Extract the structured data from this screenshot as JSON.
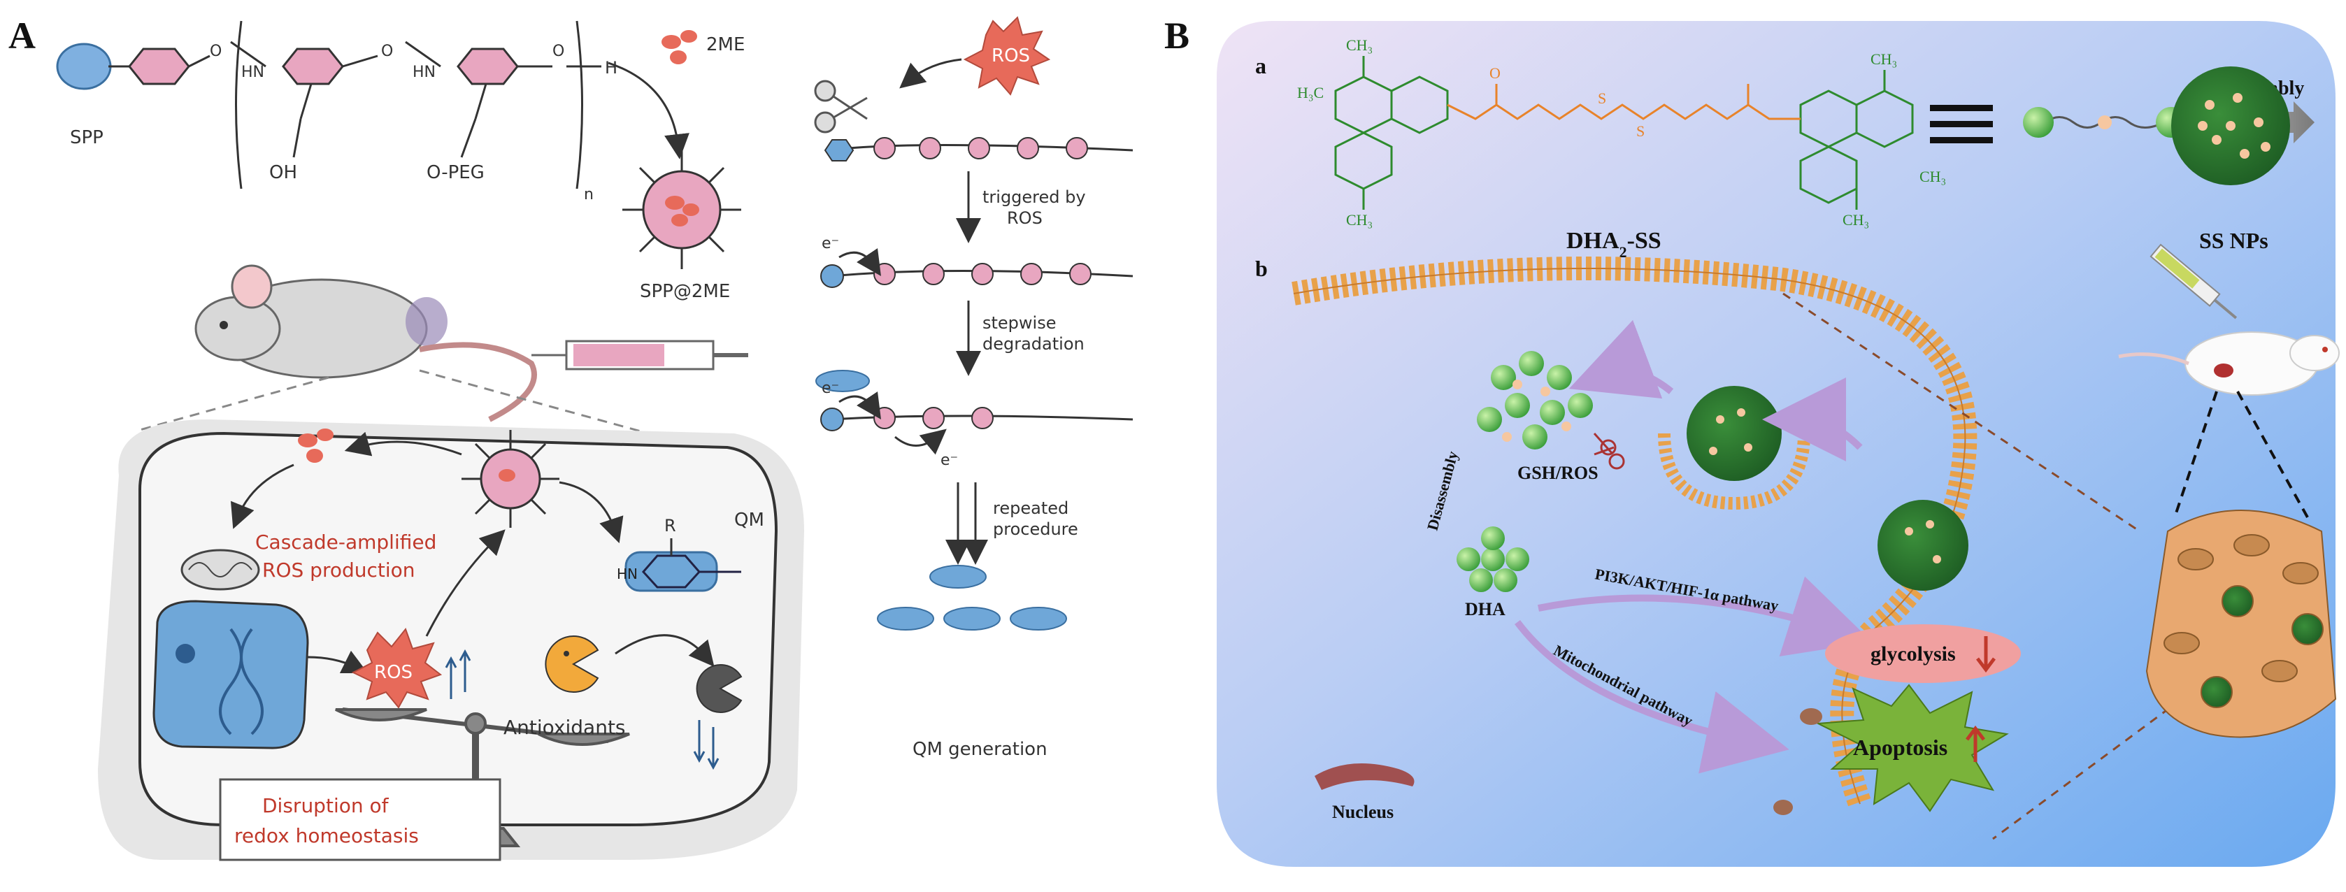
{
  "panelA": {
    "letter": "A",
    "polymer_label": "SPP",
    "polymer_group1": "OH",
    "polymer_group2": "O-PEG",
    "polymer_hn1": "HN",
    "polymer_hn2": "HN",
    "polymer_o1": "O",
    "polymer_o2": "O",
    "polymer_o3": "O",
    "polymer_h": "H",
    "polymer_n": "n",
    "drug_label": "2ME",
    "nanoparticle_label": "SPP@2ME",
    "ros_top": "ROS",
    "triggered_by": "triggered by",
    "triggered_ros": "ROS",
    "electron1": "e⁻",
    "stepwise1": "stepwise",
    "stepwise2": "degradation",
    "electron2": "e⁻",
    "electron3": "e⁻",
    "repeated1": "repeated",
    "repeated2": "procedure",
    "qm_generation": "QM generation",
    "cascade1": "Cascade-amplified",
    "cascade2": "ROS production",
    "qm_label": "QM",
    "r_label": "R",
    "hn_qm": "HN",
    "ros_cell": "ROS",
    "antioxidants": "Antioxidants",
    "disruption1": "Disruption of",
    "disruption2": "redox homeostasis"
  },
  "panelB": {
    "letter": "B",
    "sub_a": "a",
    "sub_b": "b",
    "dha2ss": "DHA",
    "dha2ss_sub": "2",
    "dha2ss_suffix": "-SS",
    "self_assembly": "Self-assembly",
    "ss_nps": "SS NPs",
    "ch3_1": "H₃C",
    "ch3_2": "CH₃",
    "ch3_3": "CH₃",
    "ch3_4": "CH₃",
    "ch3_5": "CH₃",
    "ch3_6": "CH₃",
    "s1": "S",
    "s2": "S",
    "o_label": "O",
    "gsh_ros": "GSH/ROS",
    "disassembly": "Disassembly",
    "dha": "DHA",
    "pathway1": "PI3K/AKT/HIF-1α pathway",
    "glycolysis": "glycolysis",
    "mito_pathway": "Mitochondrial pathway",
    "apoptosis": "Apoptosis",
    "nucleus": "Nucleus"
  },
  "colors": {
    "pink": "#e8a6c0",
    "blue_cell": "#6fa7d8",
    "ros_red": "#e76a5a",
    "orange_membrane": "#e8a14a",
    "green_np": "#2f7d3a",
    "panelB_bg1": "#e9d9f2",
    "panelB_bg2": "#7ab4f0"
  }
}
